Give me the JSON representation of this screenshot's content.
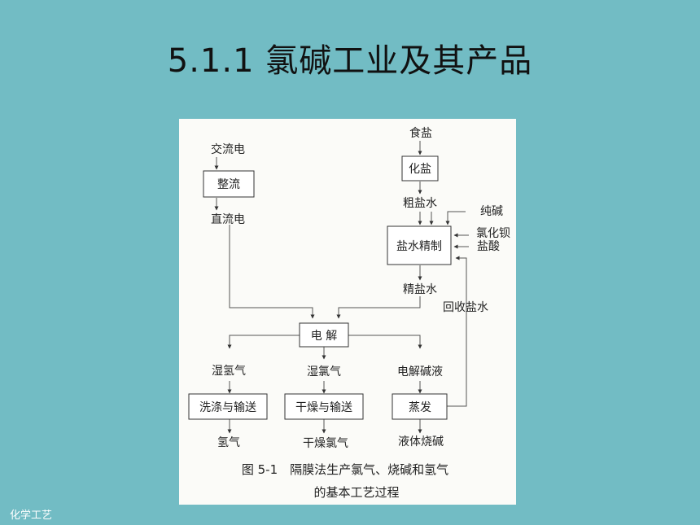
{
  "slide": {
    "title": "5.1.1 氯碱工业及其产品",
    "footer": "化学工艺"
  },
  "diagram": {
    "nodes": {
      "ac_power": "交流电",
      "rectify": "整流",
      "dc_power": "直流电",
      "salt": "食盐",
      "dissolve_salt": "化盐",
      "crude_brine": "粗盐水",
      "soda_ash": "纯碱",
      "barium_chloride": "氯化钡",
      "hydrochloric_acid": "盐酸",
      "brine_refining": "盐水精制",
      "refined_brine": "精盐水",
      "recycled_brine": "回收盐水",
      "electrolysis": "电 解",
      "wet_hydrogen": "湿氢气",
      "wet_chlorine": "湿氯气",
      "electrolyte": "电解碱液",
      "wash_transport": "洗涤与输送",
      "dry_transport": "干燥与输送",
      "evaporate": "蒸发",
      "hydrogen": "氢气",
      "dry_chlorine": "干燥氯气",
      "liquid_caustic": "液体烧碱"
    },
    "caption_line1": "图 5-1　隔膜法生产氯气、烧碱和氢气",
    "caption_line2": "的基本工艺过程"
  }
}
